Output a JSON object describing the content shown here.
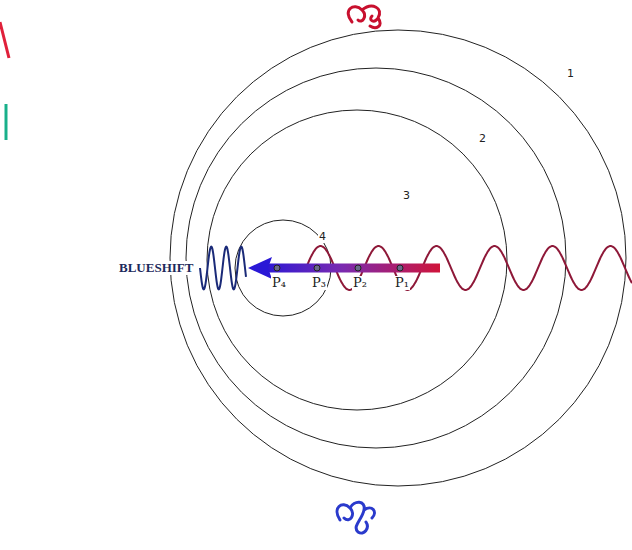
{
  "diagram": {
    "labels": [
      "BLUESHIFT",
      "1",
      "2",
      "3",
      "4",
      "P₄",
      "P₃",
      "P₂",
      "P₁"
    ]
  }
}
